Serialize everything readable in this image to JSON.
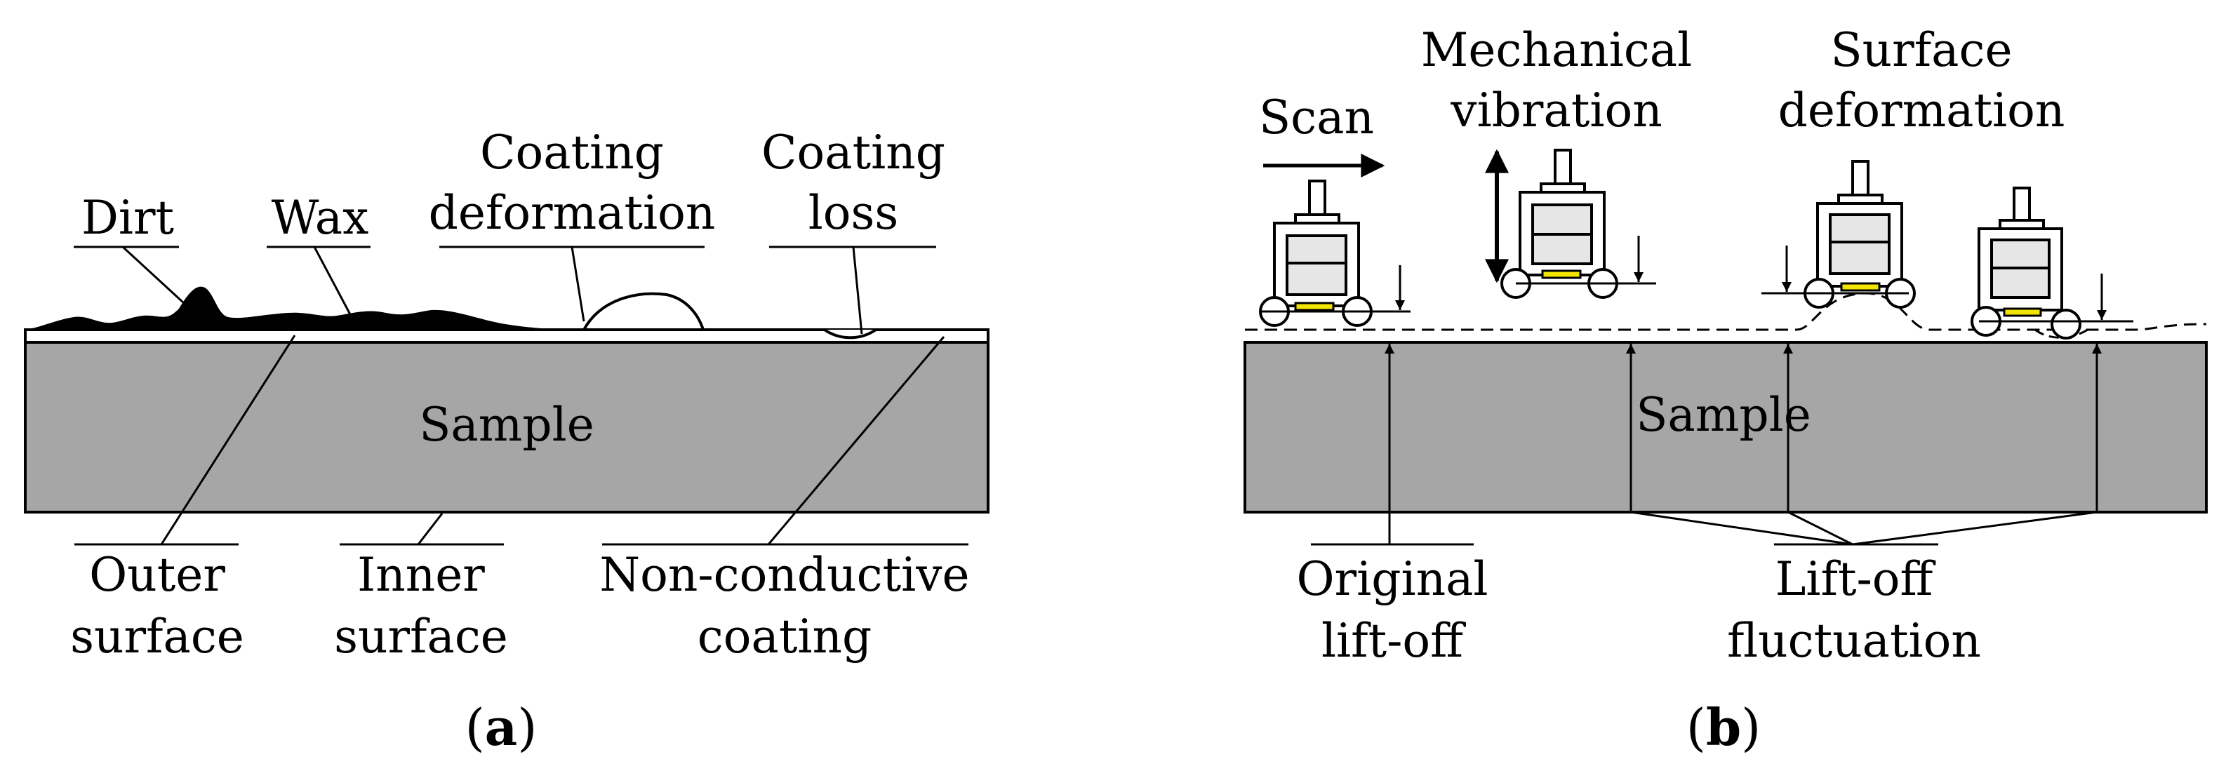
{
  "panel_a": {
    "labels": {
      "dirt": "Dirt",
      "wax": "Wax",
      "coating_deformation": [
        "Coating",
        "deformation"
      ],
      "coating_loss": [
        "Coating",
        "loss"
      ],
      "sample": "Sample",
      "outer_surface": [
        "Outer",
        "surface"
      ],
      "inner_surface": [
        "Inner",
        "surface"
      ],
      "non_conductive_coating": [
        "Non-conductive",
        "coating"
      ]
    },
    "caption": {
      "open": "(",
      "letter": "a",
      "close": ")"
    }
  },
  "panel_b": {
    "labels": {
      "scan": "Scan",
      "mechanical_vibration": [
        "Mechanical",
        "vibration"
      ],
      "surface_deformation": [
        "Surface",
        "deformation"
      ],
      "sample": "Sample",
      "original_lift_off": [
        "Original",
        "lift-off"
      ],
      "lift_off_fluctuation": [
        "Lift-off",
        "fluctuation"
      ]
    },
    "caption": {
      "open": "(",
      "letter": "b",
      "close": ")"
    }
  },
  "colors": {
    "sample_fill": "#a6a6a6",
    "sensor_coil": "#f2e600",
    "housing_fill": "#e6e6e6",
    "dirt_fill": "#000000"
  }
}
